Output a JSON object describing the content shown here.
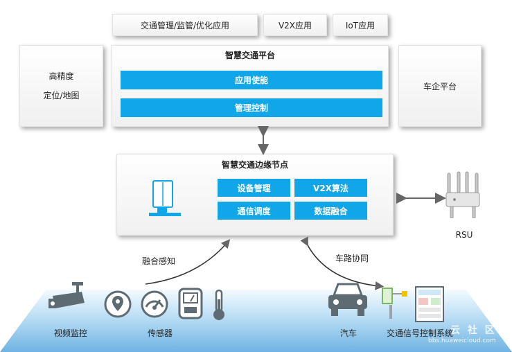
{
  "top_apps": [
    "交通管理/监管/优化应用",
    "V2X应用",
    "IoT应用"
  ],
  "left_panel": {
    "line1": "高精度",
    "line2": "定位/地图"
  },
  "platform": {
    "title": "智慧交通平台",
    "bar1": "应用使能",
    "bar2": "管理控制"
  },
  "right_panel": {
    "label": "车企平台"
  },
  "edge": {
    "title": "智慧交通边缘节点",
    "cells": [
      "设备管理",
      "V2X算法",
      "通信调度",
      "数据融合"
    ]
  },
  "rsu": {
    "label": "RSU"
  },
  "arrows": {
    "left": "融合感知",
    "right": "车路协同"
  },
  "devices": {
    "camera": "视频监控",
    "sensors": "传感器",
    "car": "汽车",
    "signal": "交通信号控制系统"
  },
  "watermark": {
    "big": "云 社 区",
    "url": "bbs.huaweicloud.com"
  },
  "colors": {
    "accent": "#11a6e8",
    "icon": "#5f6b73"
  }
}
